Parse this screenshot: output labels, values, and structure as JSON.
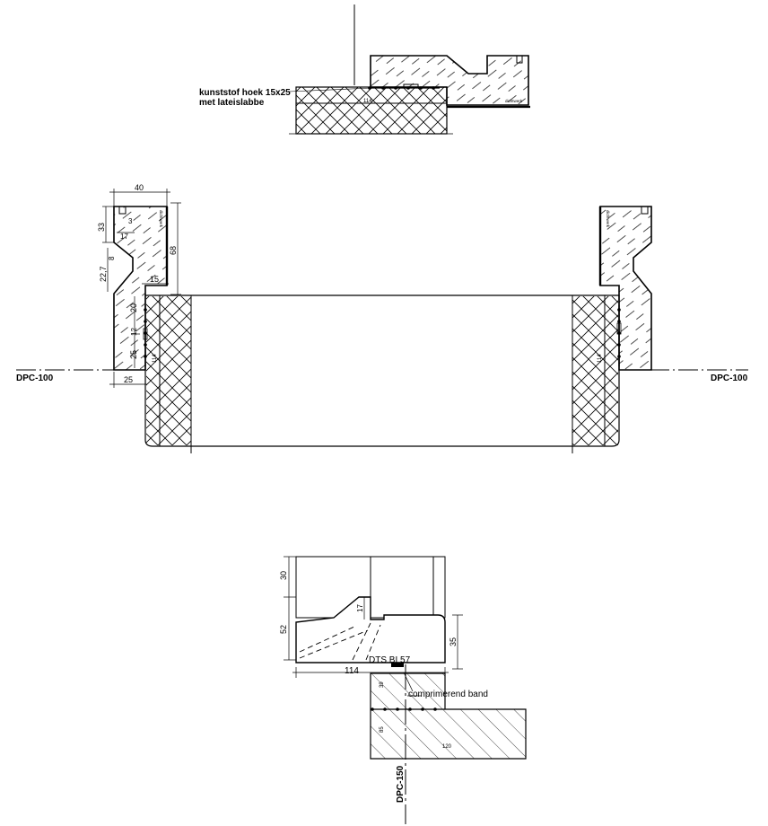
{
  "top_detail": {
    "note_line1": "kunststof hoek 15x25",
    "note_line2": "met lateislabbe",
    "width_dim": "114",
    "material_tag": "dichtwerk"
  },
  "middle_detail": {
    "dim_40": "40",
    "dim_33": "33",
    "dim_3": "3",
    "dim_17": "17",
    "dim_68": "68",
    "dim_8": "8",
    "dim_22_7": "22,7",
    "dim_15": "15",
    "dim_20": "20",
    "dim_12": "12",
    "dim_25_v": "25",
    "dim_114_left": "114",
    "dim_25_h": "25",
    "dim_114_right": "114",
    "left_level": "DPC-100",
    "right_level": "DPC-100",
    "left_tag": "dichtwerk",
    "right_tag": "dichtwerk"
  },
  "bottom_detail": {
    "dim_30": "30",
    "dim_52": "52",
    "dim_17": "17",
    "dim_35": "35",
    "dim_114": "114",
    "seal_label": "DTS BI 57",
    "band_label": "comprimerend band",
    "dim_39": "39",
    "dim_85": "85",
    "dim_120": "120",
    "level": "DPC-150"
  }
}
